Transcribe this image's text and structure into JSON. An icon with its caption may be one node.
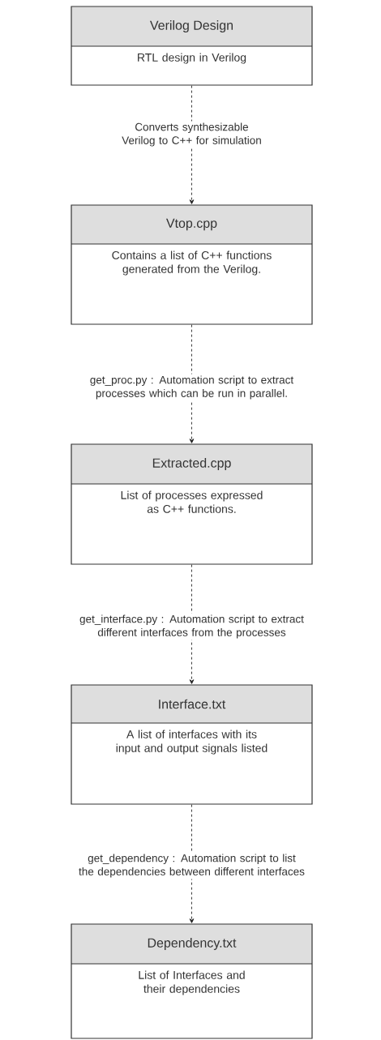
{
  "diagram": {
    "nodes": [
      {
        "text": [
          "Verilog Design",
          "RTL design in Verilog"
        ]
      },
      {
        "text": [
          "Vtop.cpp",
          "Contains a list of C++ functions generated from the Verilog."
        ]
      },
      {
        "text": [
          "Extracted.cpp",
          "List of processes expressed as C++ functions."
        ]
      },
      {
        "text": [
          "Interface.txt",
          "A list of interfaces with its input and output signals listed"
        ]
      },
      {
        "text": [
          "Dependency.txt",
          "List of Interfaces and their dependencies"
        ]
      }
    ],
    "edges": [
      {
        "from": 0,
        "to": 1,
        "arrow": "to",
        "style": "dashed",
        "label": "Converts synthesizable Verilog to C++ for simulation"
      },
      {
        "from": 1,
        "to": 2,
        "arrow": "to",
        "style": "dashed",
        "label": "get_proc.py : Automation script to extract processes which can be run in parallel."
      },
      {
        "from": 2,
        "to": 3,
        "arrow": "to",
        "style": "dashed",
        "label": "get_interface.py : Automation script to extract different interfaces from the processes"
      },
      {
        "from": 3,
        "to": 4,
        "arrow": "to",
        "style": "dashed",
        "label": "get_dependency : Automation script to list the dependencies between different interfaces"
      }
    ]
  }
}
